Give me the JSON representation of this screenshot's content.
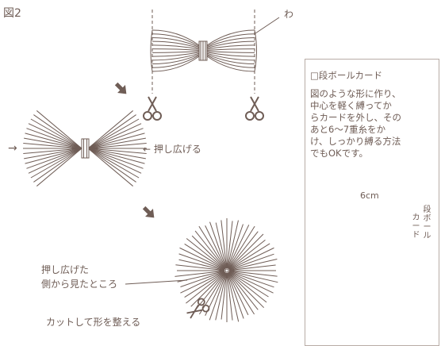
{
  "figure_label": "図2",
  "loop_label": "わ",
  "arrow_glyph": "→",
  "push_label": "← 押し広げる",
  "side_view_label_line1": "押し広げた",
  "side_view_label_line2": "側から見たところ",
  "trim_label": "カットして形を整える",
  "card_box": {
    "heading": "□段ボールカード",
    "body": "図のような形に作り、\n中心を軽く縛ってか\nらカードを外し、その\nあと6～7重糸をか\nけ、しっかり縛る方法\nでもOKです。",
    "width_label": "6cm",
    "vertical_label_1": "段ボール",
    "vertical_label_2": "カード"
  },
  "colors": {
    "line": "#6f5d56",
    "light": "#a8968c",
    "box_border": "#b8aca6"
  },
  "icons": [
    "scissors-icon",
    "arrow-down-right-icon"
  ]
}
